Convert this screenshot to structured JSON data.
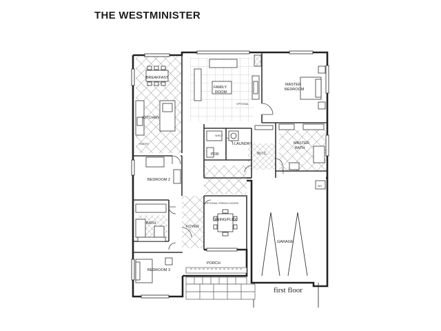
{
  "title": "THE WESTMINISTER",
  "floor_caption": "first floor",
  "rooms": {
    "breakfast": "BREAKFAST",
    "kitchen": "KITCHEN",
    "family_room_1": "FAMILY",
    "family_room_2": "ROOM",
    "master_bedroom_1": "MASTER",
    "master_bedroom_2": "BEDROOM",
    "laundry": "LAUNDRY",
    "wic": "W.I.C.",
    "master_bath_1": "MASTER",
    "master_bath_2": "BATH",
    "pdr": "PDR",
    "bedroom2": "BEDROOM 2",
    "bath": "BATH",
    "foyer": "FOYER",
    "dining_flex": "DINING/FLEX",
    "garage": "GARAGE",
    "porch": "PORCH",
    "bedroom3": "BEDROOM 3",
    "wh": "WH"
  },
  "notes": {
    "optional_fireplace": "OPTIONAL",
    "optional_french_doors": "OPTIONAL FRENCH DOORS",
    "linen": "LINEN",
    "pantry": "PANTRY",
    "powder_shelf": "SHELF"
  },
  "colors": {
    "wall": "#222222",
    "line": "#555555",
    "tile": "#888888",
    "paper": "#ffffff"
  }
}
